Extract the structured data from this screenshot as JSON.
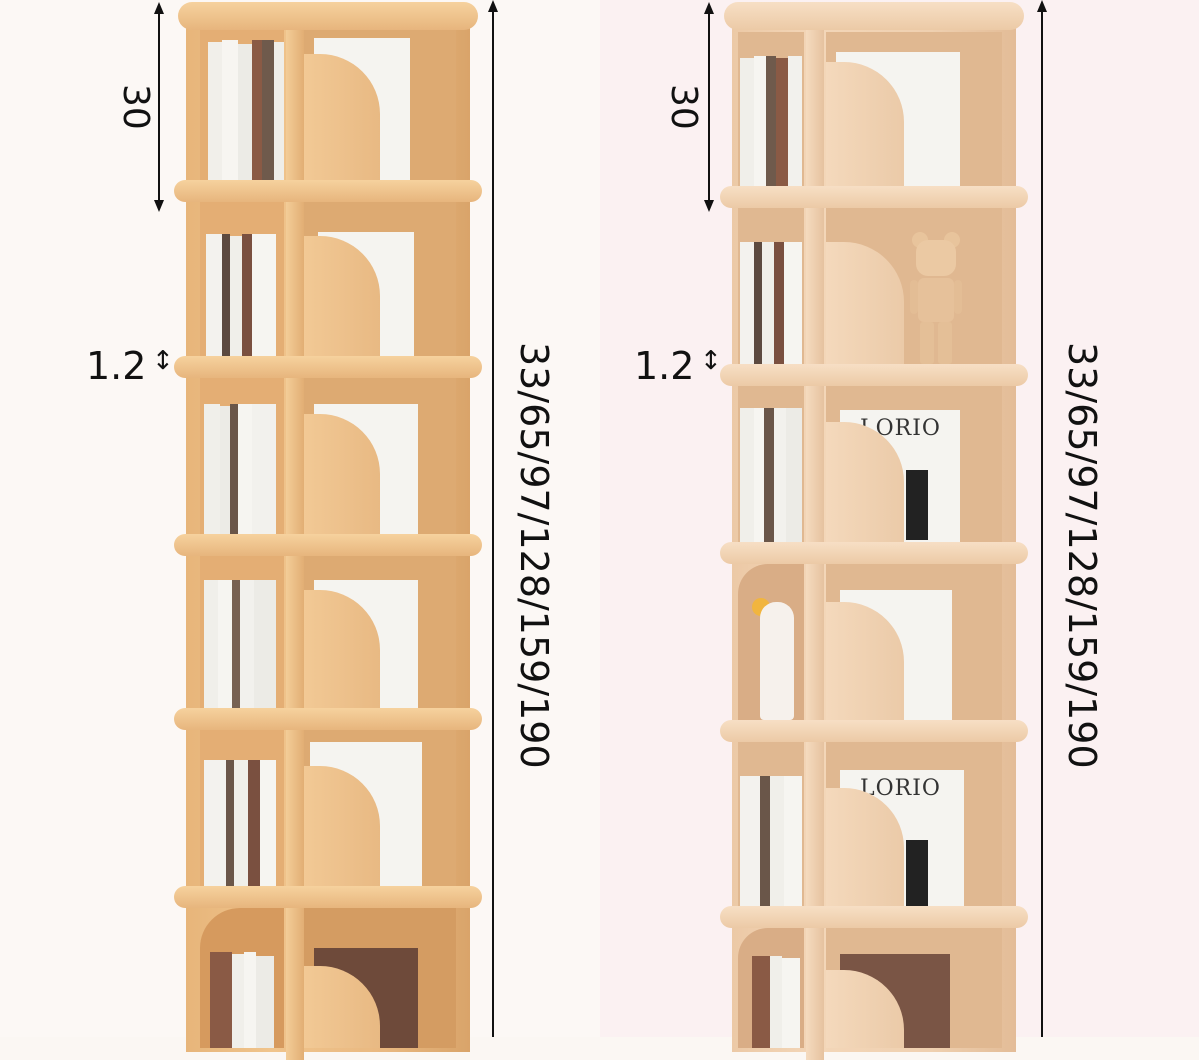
{
  "image": {
    "subject": "Two rotating round wooden bookshelves with dimension annotations",
    "background_colors": {
      "left": "#fcf8f5",
      "right": "#fbf1f2"
    },
    "wood_colors": {
      "left": "#eab97f",
      "right": "#efd0b0"
    }
  },
  "left_product": {
    "dims": {
      "tier_height": "30",
      "board_thickness": "1.2",
      "total_heights": "33/65/97/128/159/190"
    },
    "tiers": 6
  },
  "right_product": {
    "dims": {
      "tier_height": "30",
      "board_thickness": "1.2",
      "total_heights": "33/65/97/128/159/190"
    },
    "tiers": 6,
    "decor": [
      "bear-figurine",
      "white-figurine-with-yellow-ball"
    ],
    "magazine_text": "LORIO"
  }
}
